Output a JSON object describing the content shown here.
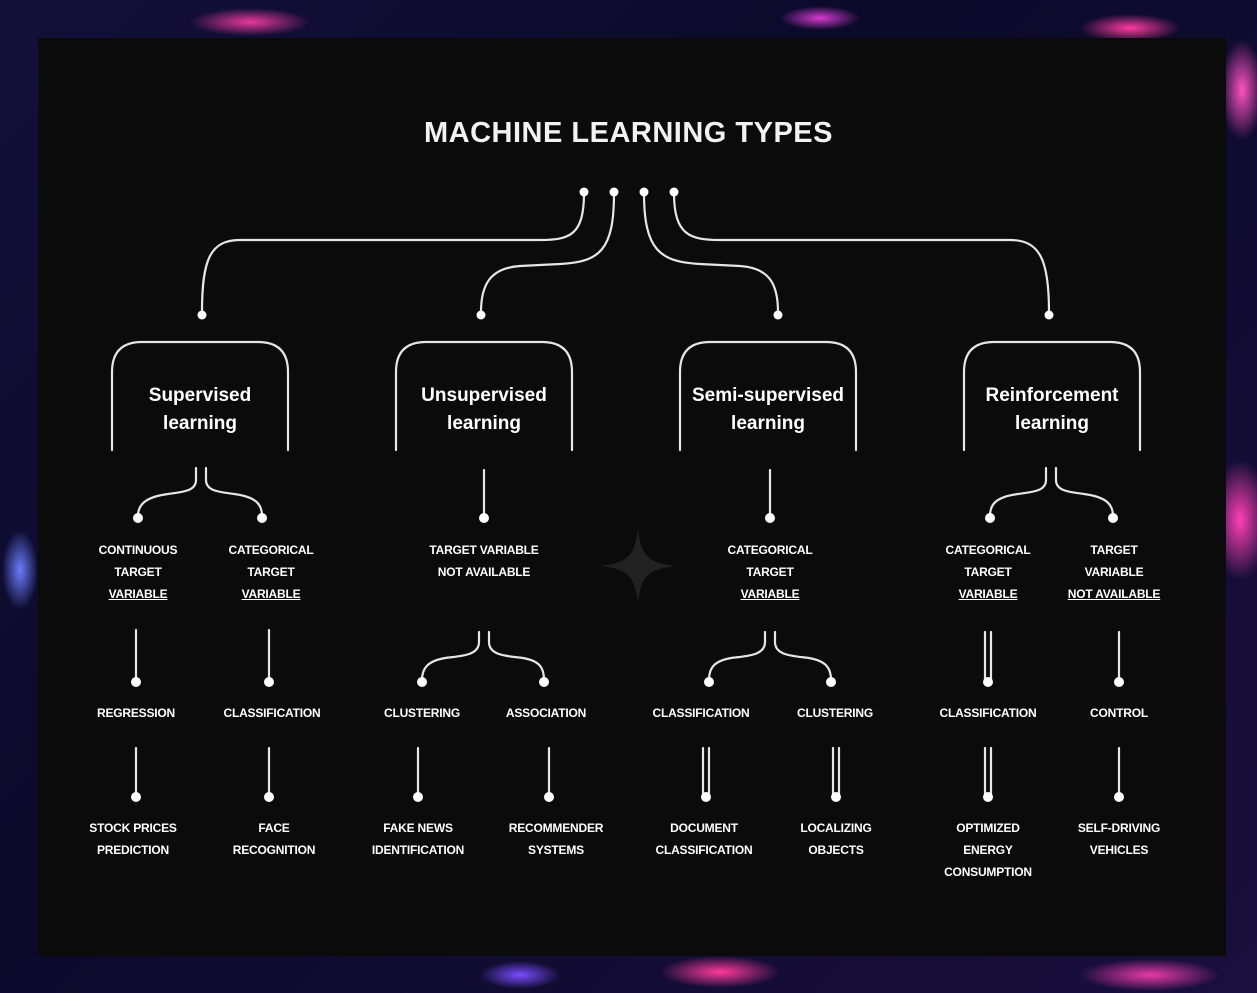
{
  "title": "MACHINE LEARNING TYPES",
  "types": [
    {
      "label_line1": "Supervised",
      "label_line2": "learning"
    },
    {
      "label_line1": "Unsupervised",
      "label_line2": "learning"
    },
    {
      "label_line1": "Semi-supervised",
      "label_line2": "learning"
    },
    {
      "label_line1": "Reinforcement",
      "label_line2": "learning"
    }
  ],
  "targets": [
    {
      "lines": [
        "CONTINUOUS",
        "TARGET",
        "VARIABLE"
      ]
    },
    {
      "lines": [
        "CATEGORICAL",
        "TARGET",
        "VARIABLE"
      ]
    },
    {
      "lines": [
        "TARGET VARIABLE",
        "NOT AVAILABLE"
      ]
    },
    {
      "lines": [
        "CATEGORICAL",
        "TARGET",
        "VARIABLE"
      ]
    },
    {
      "lines": [
        "CATEGORICAL",
        "TARGET",
        "VARIABLE"
      ]
    },
    {
      "lines": [
        "TARGET",
        "VARIABLE",
        "NOT AVAILABLE"
      ]
    }
  ],
  "tasks": [
    "REGRESSION",
    "CLASSIFICATION",
    "CLUSTERING",
    "ASSOCIATION",
    "CLASSIFICATION",
    "CLUSTERING",
    "CLASSIFICATION",
    "CONTROL"
  ],
  "examples": [
    {
      "lines": [
        "STOCK PRICES",
        "PREDICTION"
      ]
    },
    {
      "lines": [
        "FACE",
        "RECOGNITION"
      ]
    },
    {
      "lines": [
        "FAKE NEWS",
        "IDENTIFICATION"
      ]
    },
    {
      "lines": [
        "RECOMMENDER",
        "SYSTEMS"
      ]
    },
    {
      "lines": [
        "DOCUMENT",
        "CLASSIFICATION"
      ]
    },
    {
      "lines": [
        "LOCALIZING",
        "OBJECTS"
      ]
    },
    {
      "lines": [
        "OPTIMIZED",
        "ENERGY",
        "CONSUMPTION"
      ]
    },
    {
      "lines": [
        "SELF-DRIVING",
        "VEHICLES"
      ]
    }
  ],
  "colors": {
    "panel": "#0b0b0b",
    "lines": "#e8e8e8",
    "text": "#ffffff",
    "accent_glow": "#e8399a"
  }
}
